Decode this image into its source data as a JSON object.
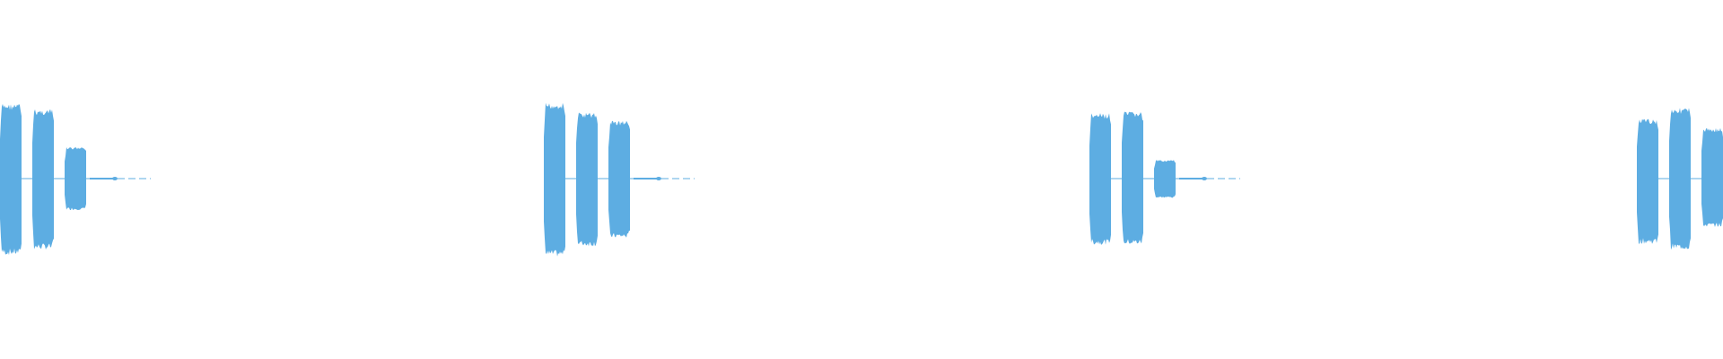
{
  "waveform": {
    "color": "#5dade2",
    "background": "#ffffff",
    "groups": [
      {
        "bursts": [
          {
            "amp_top": 0.93,
            "amp_bottom": 0.95
          },
          {
            "amp_top": 0.86,
            "amp_bottom": 0.88
          },
          {
            "amp_top": 0.39,
            "amp_bottom": 0.39
          }
        ],
        "tail": "dashed"
      },
      {
        "bursts": [
          {
            "amp_top": 0.94,
            "amp_bottom": 0.97
          },
          {
            "amp_top": 0.82,
            "amp_bottom": 0.84
          },
          {
            "amp_top": 0.72,
            "amp_bottom": 0.74
          }
        ],
        "tail": "dashed"
      },
      {
        "bursts": [
          {
            "amp_top": 0.81,
            "amp_bottom": 0.82
          },
          {
            "amp_top": 0.83,
            "amp_bottom": 0.82
          },
          {
            "amp_top": 0.23,
            "amp_bottom": 0.24
          }
        ],
        "tail": "dashed"
      },
      {
        "bursts": [
          {
            "amp_top": 0.74,
            "amp_bottom": 0.81
          },
          {
            "amp_top": 0.88,
            "amp_bottom": 0.88
          },
          {
            "amp_top": 0.63,
            "amp_bottom": 0.6
          }
        ],
        "tail": "none"
      }
    ]
  }
}
